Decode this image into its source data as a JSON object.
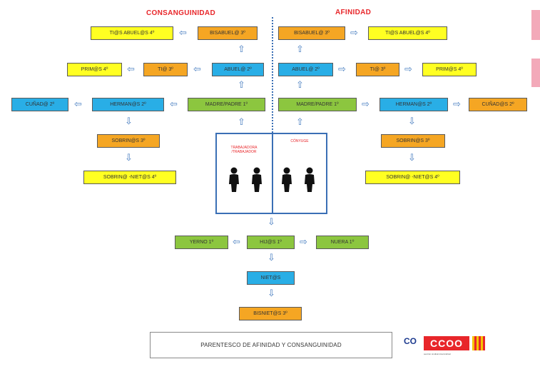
{
  "headers": {
    "left": "CONSANGUINIDAD",
    "right": "AFINIDAD"
  },
  "left": {
    "row1": {
      "a": "TI@S ABUEL@S 4º",
      "b": "BISABUEL@ 3º"
    },
    "row2": {
      "a": "PRIM@S 4º",
      "b": "TI@ 3º",
      "c": "ABUEL@ 2º"
    },
    "row3": {
      "a": "CUÑAD@ 2º",
      "b": "HERMAN@S 2º",
      "c": "MADRE/PADRE 1º"
    },
    "row4": {
      "a": "SOBRIN@S 3º"
    },
    "row5": {
      "a": "SOBRIN@ -NIET@S 4º"
    }
  },
  "right": {
    "row1": {
      "a": "BISABUEL@ 3º",
      "b": "TI@S ABUEL@S 4º"
    },
    "row2": {
      "a": "ABUEL@ 2º",
      "b": "TI@ 3º",
      "c": "PRIM@S 4º"
    },
    "row3": {
      "a": "MADRE/PADRE 1º",
      "b": "HERMAN@S 2º",
      "c": "CUÑAD@S 2º"
    },
    "row4": {
      "a": "SOBRIN@S 3º"
    },
    "row5": {
      "a": "SOBRIN@ -NIET@S 4º"
    }
  },
  "center": {
    "worker_label": "TRABAJADORA /TRABAJADOR",
    "spouse_label": "CÓNYUGE",
    "yerno": "YERNO 1º",
    "hijos": "HIJ@S 1º",
    "nuera": "NUERA 1º",
    "nietos": "NIET@S",
    "bisnietos": "BISNIET@S 3º"
  },
  "caption": "PARENTESCO DE AFINIDAD Y CONSANGUINIDAD",
  "logo": {
    "mark": "CCOO",
    "small": "CO",
    "tagline": "sección sindical intersindical"
  },
  "colors": {
    "yellow": "#ffff22",
    "orange": "#f5a623",
    "blue": "#29aee6",
    "green": "#8cc63f",
    "red": "#e8262a"
  }
}
